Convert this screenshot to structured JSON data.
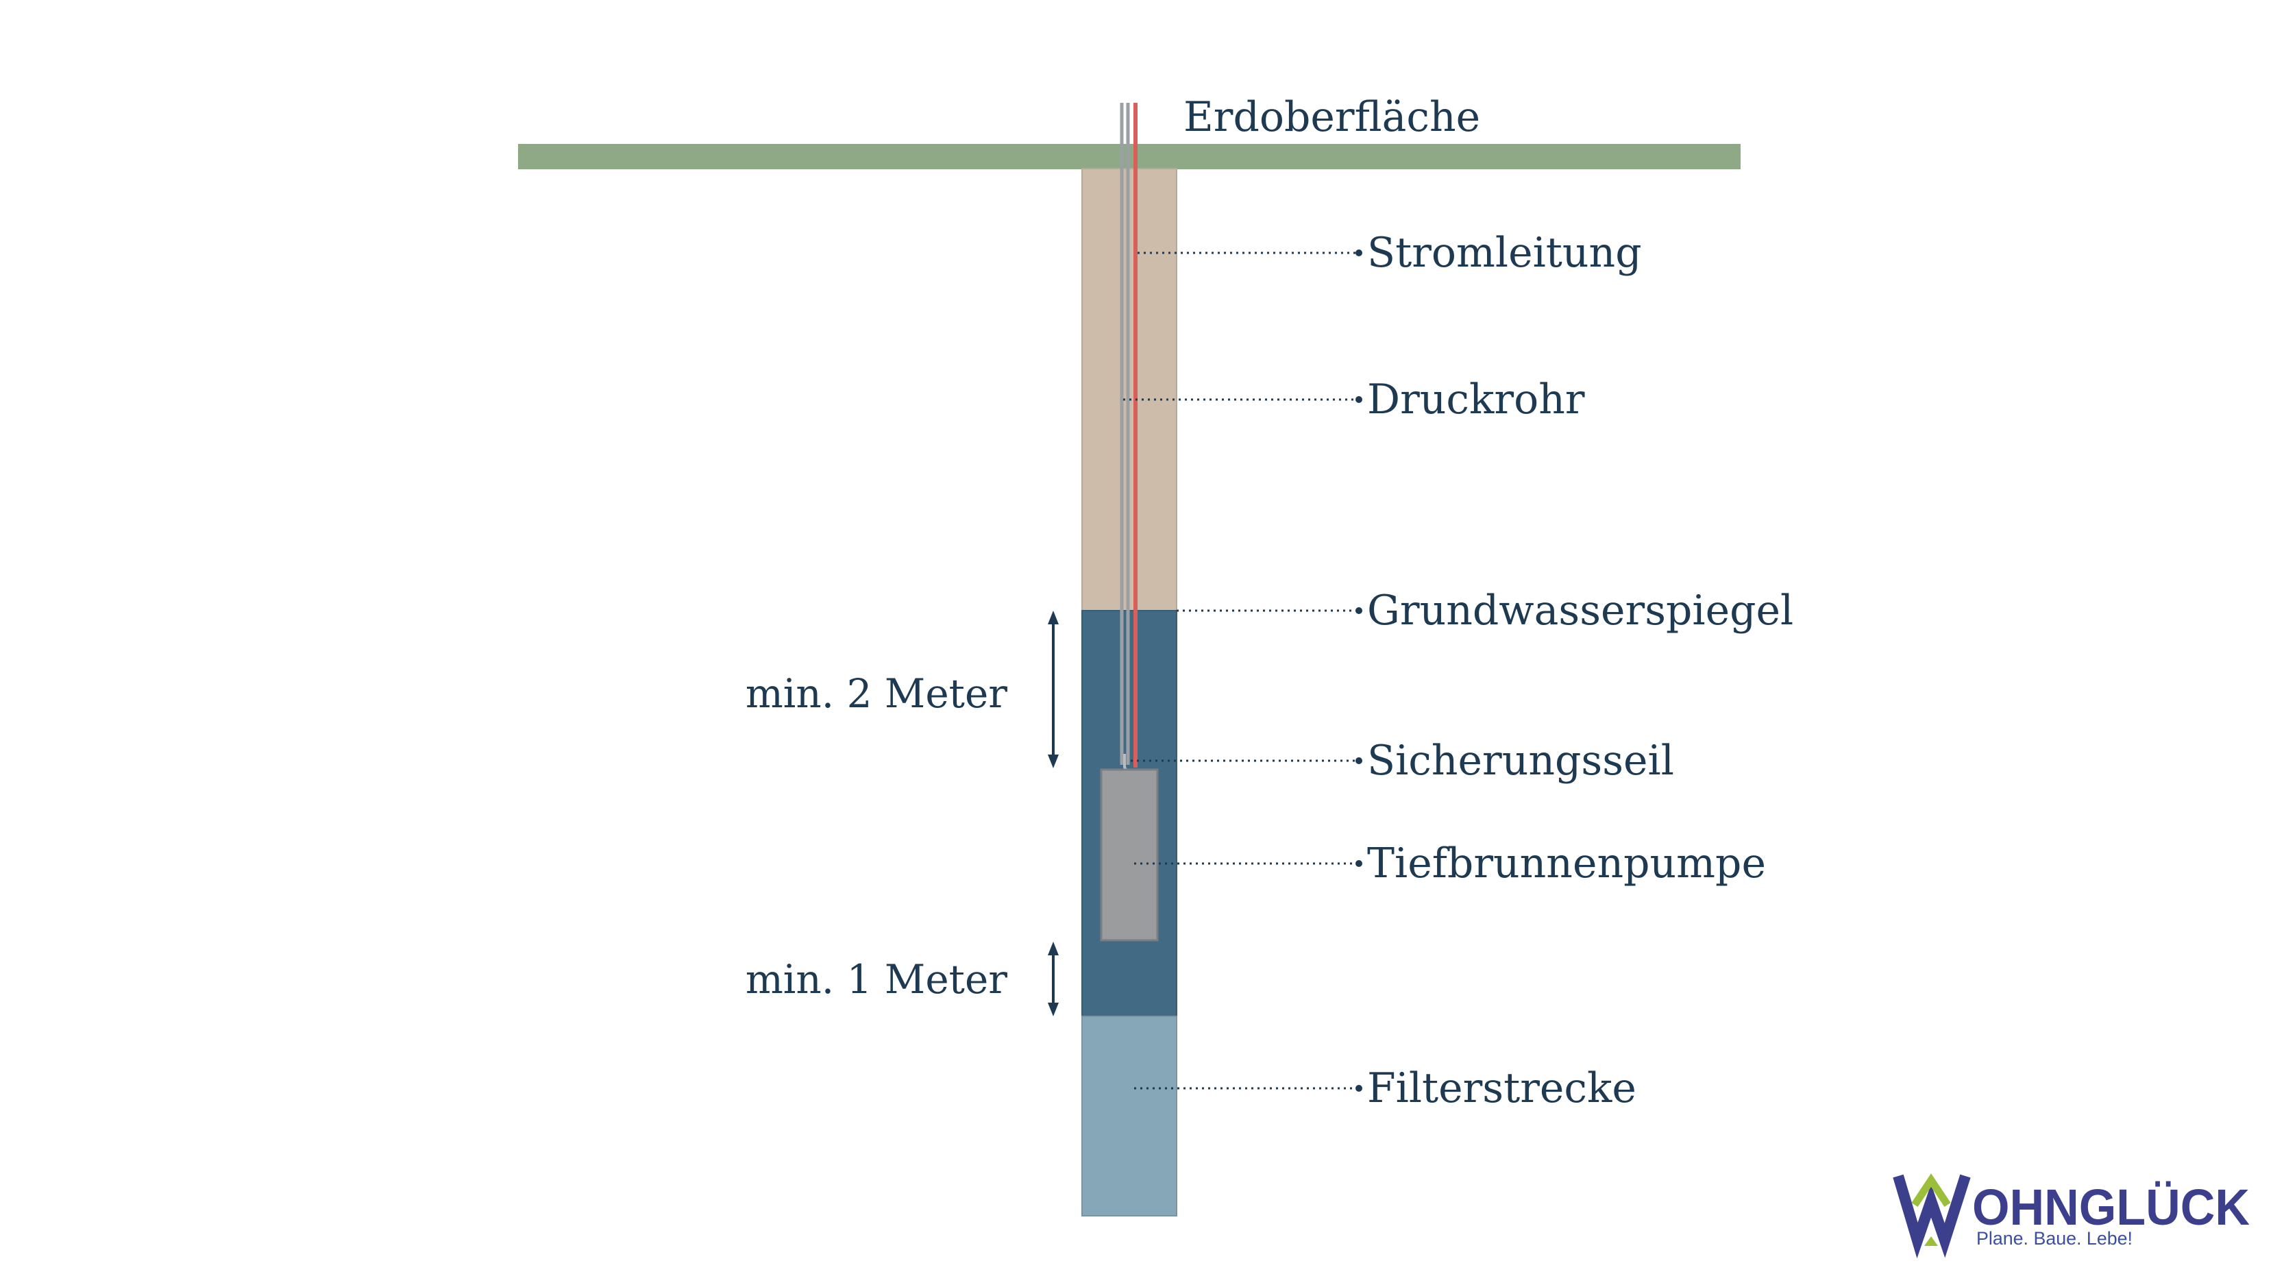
{
  "surface_label": "Erdoberfläche",
  "labels": {
    "stromleitung": "Stromleitung",
    "druckrohr": "Druckrohr",
    "grundwasserspiegel": "Grundwasserspiegel",
    "sicherungsseil": "Sicherungsseil",
    "tiefbrunnenpumpe": "Tiefbrunnenpumpe",
    "filterstrecke": "Filterstrecke"
  },
  "dimensions": {
    "upper": "min. 2 Meter",
    "lower": "min. 1 Meter"
  },
  "logo": {
    "name": "WOHNGLÜCK",
    "tagline": "Plane. Baue. Lebe!"
  },
  "colors": {
    "text": "#1e3a52",
    "ground": "#8fa986",
    "soil": "#cdbca9",
    "groundwater": "#436a84",
    "filter_section": "#86a7b7",
    "pipe": "#9aa0a4",
    "power_line": "#d9605a",
    "pump": "#9a9c9e",
    "logo_primary": "#3b3f8c",
    "logo_accent": "#9bbf3a"
  }
}
